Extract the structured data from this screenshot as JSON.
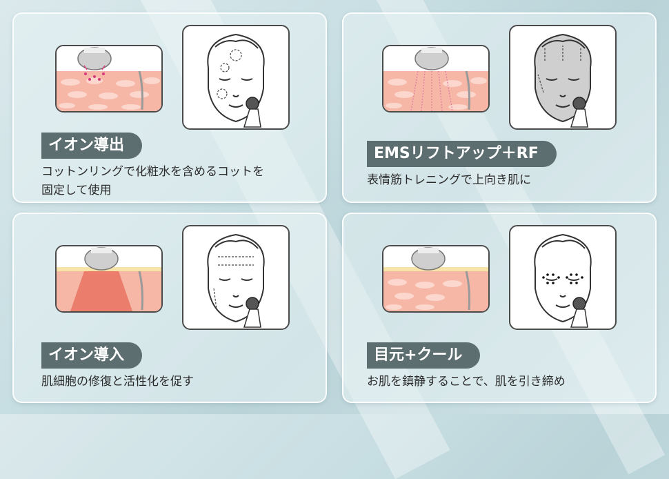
{
  "panels": [
    {
      "title": "イオン導出",
      "lines": [
        "コットンリングで化粧水を含めるコットを",
        "固定して使用"
      ]
    },
    {
      "title": "EMSリフトアップ＋RF",
      "lines": [
        "表情筋トレニングで上向き肌に"
      ]
    },
    {
      "title": "イオン導入",
      "lines": [
        "肌細胞の修復と活性化を促す"
      ]
    },
    {
      "title": "目元+クール",
      "lines": [
        "お肌を鎮静することで、肌を引き締め"
      ]
    }
  ],
  "colors": {
    "tag_bg": "#5d6e70",
    "skin": "#f6b7a6",
    "ems_accent": "#e07aa0"
  },
  "icons": [
    "beauty-device-icon",
    "face-illustration-icon"
  ]
}
